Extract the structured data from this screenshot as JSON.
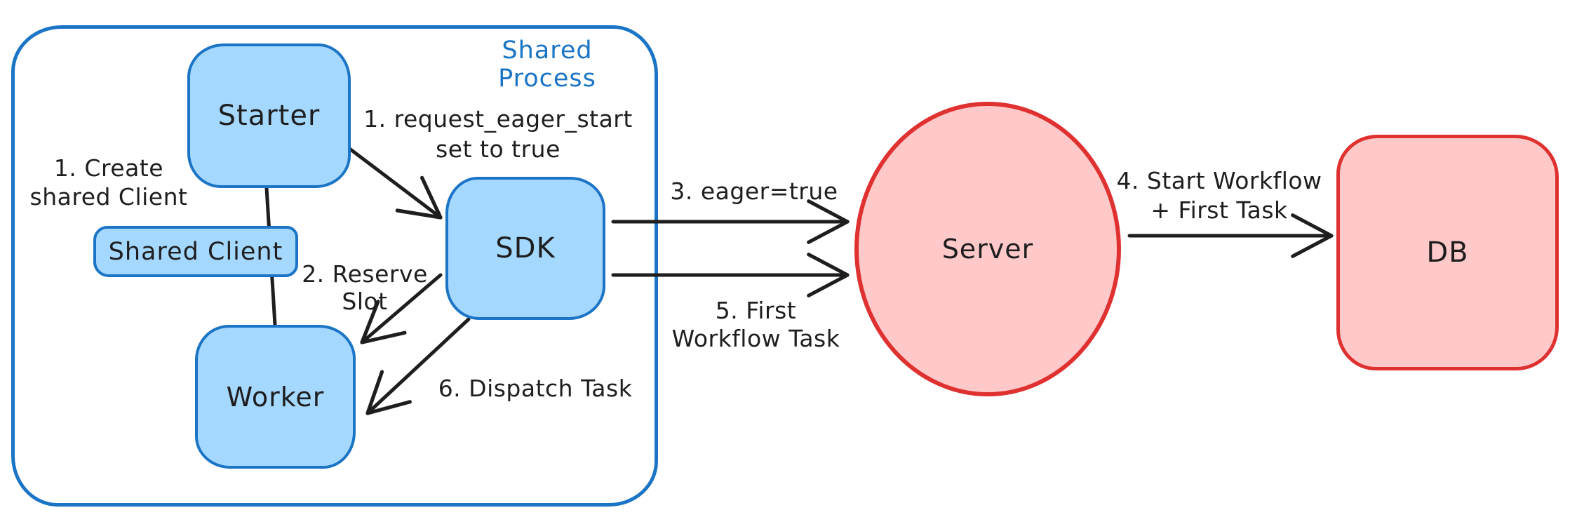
{
  "diagram": {
    "container_label": "Shared Process",
    "nodes": {
      "starter": "Starter",
      "shared_client": "Shared Client",
      "worker": "Worker",
      "sdk": "SDK",
      "server": "Server",
      "db": "DB"
    },
    "annotations": {
      "create_shared_client": {
        "line1": "1. Create",
        "line2": "shared Client"
      },
      "request_eager_start": {
        "line1": "1. request_eager_start",
        "line2": "set to true"
      },
      "reserve_slot": {
        "line1": "2. Reserve",
        "line2": "Slot"
      },
      "eager_true": "3. eager=true",
      "start_workflow": {
        "line1": "4. Start Workflow",
        "line2": "+ First Task"
      },
      "first_workflow_task": {
        "line1": "5. First",
        "line2": "Workflow Task"
      },
      "dispatch_task": "6. Dispatch Task"
    },
    "colors": {
      "blue-stroke": "#1b74c5",
      "blue-fill": "#a5d8ff",
      "red-stroke": "#e03131",
      "red-fill": "#ffc9c9",
      "ink": "#1e1e1e",
      "canvas": "#ffffff"
    }
  }
}
